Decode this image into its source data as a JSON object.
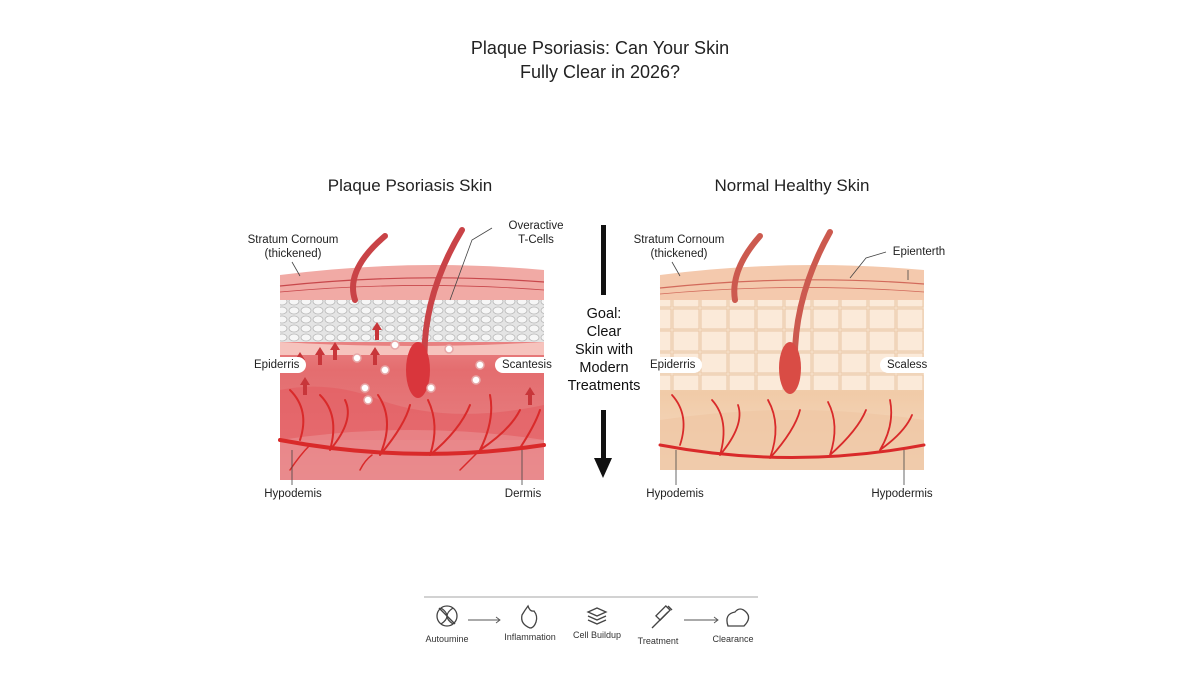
{
  "title_line1": "Plaque Psoriasis: Can Your Skin",
  "title_line2": "Fully Clear in 2026?",
  "left": {
    "heading": "Plaque Psoriasis Skin",
    "stratum_line1": "Stratum Cornoum",
    "stratum_line2": "(thickened)",
    "overactive_line1": "Overactive",
    "overactive_line2": "T-Cells",
    "epidermis": "Epiderris",
    "side_pill": "Scantesis",
    "bottom_left": "Hypodemis",
    "bottom_right": "Dermis"
  },
  "right": {
    "heading": "Normal Healthy Skin",
    "stratum_line1": "Stratum Cornoum",
    "stratum_line2": "(thickened)",
    "top_right": "Epienterth",
    "epidermis": "Epiderris",
    "side_pill": "Scaless",
    "bottom_left": "Hypodemis",
    "bottom_right": "Hypodermis"
  },
  "goal": [
    "Goal:",
    "Clear",
    "Skin with",
    "Modern",
    "Treatments"
  ],
  "flow": [
    {
      "label": "Autoumine",
      "icon": "dna-icon"
    },
    {
      "label": "Inflammation",
      "icon": "flame-icon"
    },
    {
      "label": "Cell Buildup",
      "icon": "layers-icon"
    },
    {
      "label": "Treatment",
      "icon": "syringe-icon"
    },
    {
      "label": "Clearance",
      "icon": "skin-icon"
    }
  ],
  "colors": {
    "psoriasis_red": "#d9323a",
    "psoriasis_pink": "#f2a7a3",
    "healthy_beige": "#f6dcc2",
    "vessel_red": "#d92a2a"
  }
}
